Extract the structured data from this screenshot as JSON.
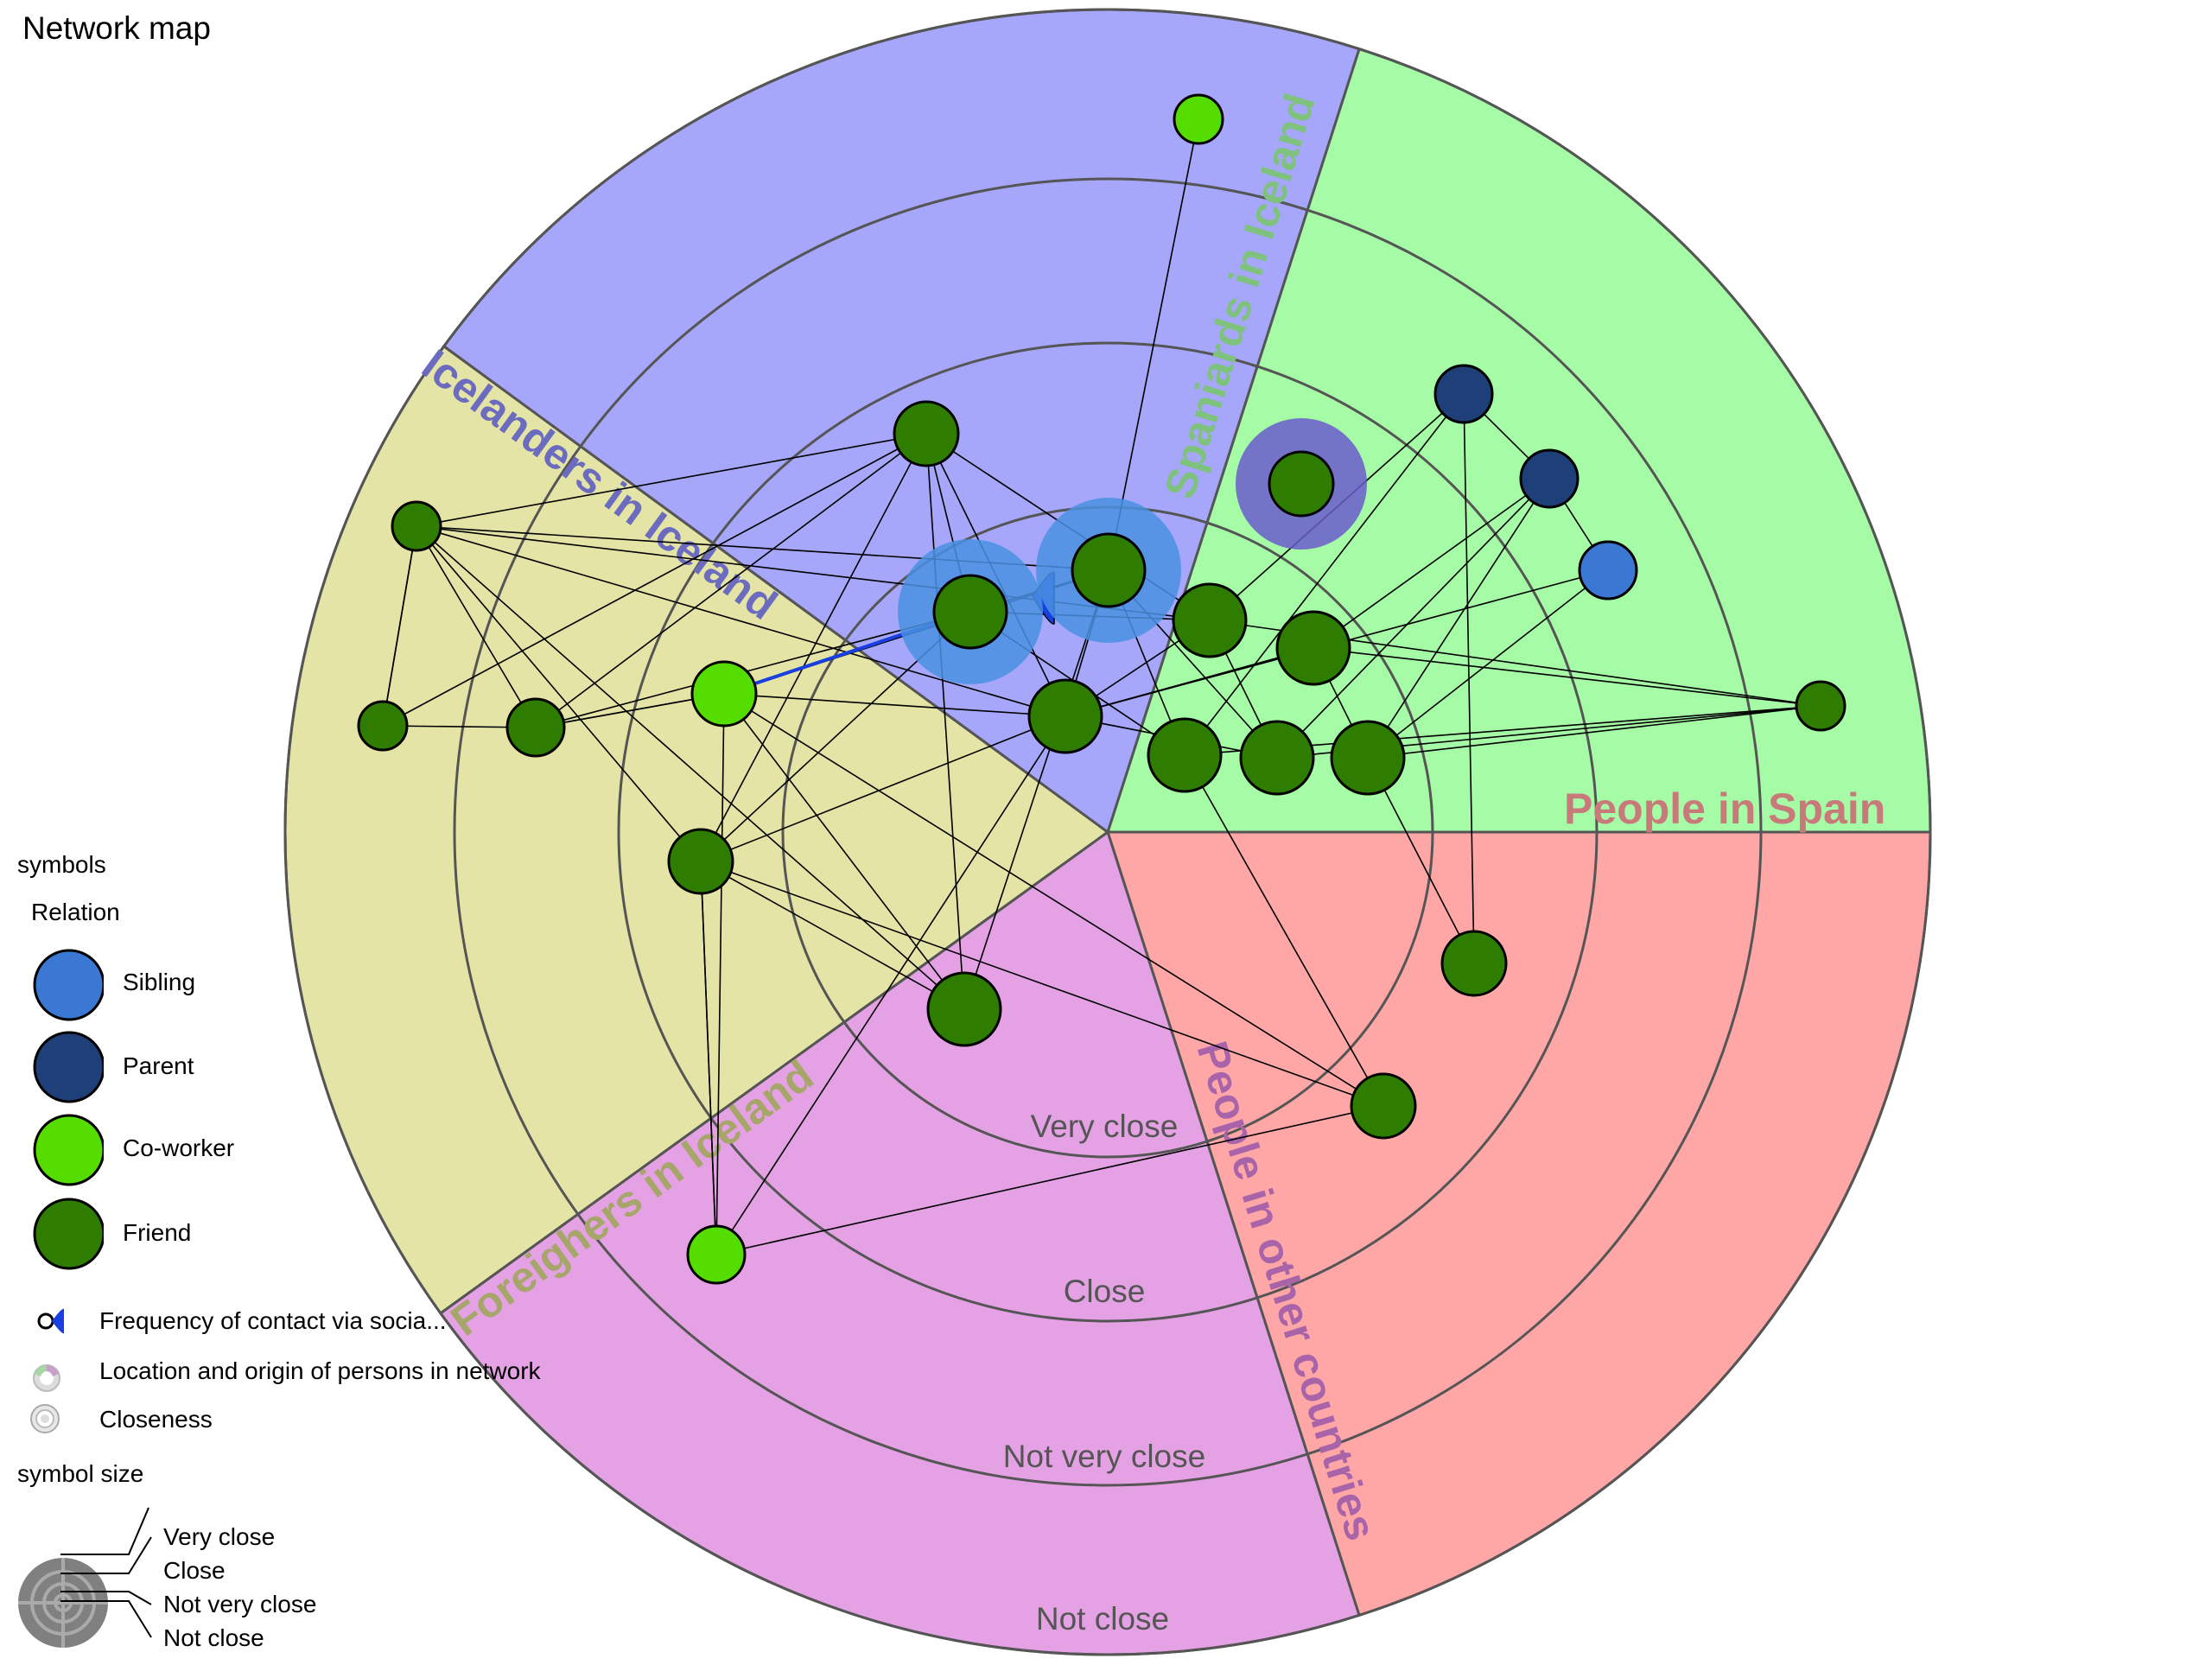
{
  "title": "Network map",
  "sectors": [
    {
      "label": "Spaniards in Iceland",
      "color": "#a6fba6",
      "label_color": "#7ec27e"
    },
    {
      "label": "People in Spain",
      "color": "#ffa6a6",
      "label_color": "#c87a7a"
    },
    {
      "label": "People in other countries",
      "color": "#e4a2e4",
      "label_color": "#a963a9"
    },
    {
      "label": "Foreighers in Iceland",
      "color": "#e4e4a6",
      "label_color": "#a6a66b"
    },
    {
      "label": "Icelanders in Iceland",
      "color": "#a6a6fb",
      "label_color": "#6b6bbf"
    }
  ],
  "rings": [
    "Very close",
    "Close",
    "Not very close",
    "Not close"
  ],
  "legend": {
    "symbols_heading": "symbols",
    "relation_heading": "Relation",
    "relations": [
      {
        "label": "Sibling",
        "color": "#3a78d4"
      },
      {
        "label": "Parent",
        "color": "#1e3f78"
      },
      {
        "label": "Co-worker",
        "color": "#55dd00"
      },
      {
        "label": "Friend",
        "color": "#2e7d00"
      }
    ],
    "frequency_label": "Frequency of contact via socia...",
    "location_label": "Location and origin of persons in network",
    "closeness_label": "Closeness",
    "size_heading": "symbol size",
    "sizes": [
      "Very close",
      "Close",
      "Not very close",
      "Not close"
    ]
  },
  "colors": {
    "sibling": "#3a78d4",
    "parent": "#1e3f78",
    "coworker": "#55dd00",
    "friend": "#2e7d00",
    "halo_blue": "#4a90e2",
    "halo_purple": "#6a5acd"
  }
}
